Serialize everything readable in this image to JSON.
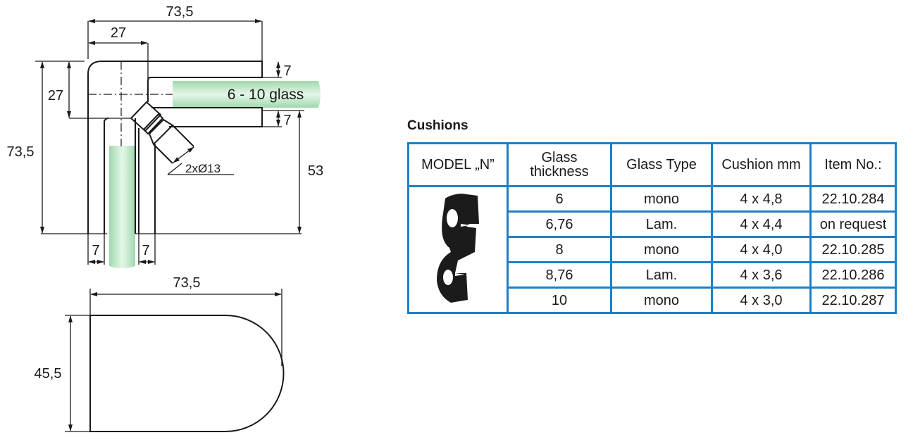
{
  "drawing": {
    "top_view": {
      "overall_width": "73,5",
      "arm_width": "27",
      "arm_height": "27",
      "overall_height": "73,5",
      "plate_top": "7",
      "plate_bottom": "7",
      "offset_height": "53",
      "plate_left": "7",
      "plate_right": "7",
      "holes": "2xØ13",
      "glass_label": "6 - 10 glass"
    },
    "side_view": {
      "width": "73,5",
      "height": "45,5"
    },
    "colors": {
      "glass": "#b5e3bf",
      "line": "#1a1a1a"
    }
  },
  "cushions": {
    "title": "Cushions",
    "border_color": "#1d80c6",
    "headers": [
      "MODEL „N”",
      "Glass thickness",
      "Glass Type",
      "Cushion mm",
      "Item No.:"
    ],
    "rows": [
      {
        "thickness": "6",
        "type": "mono",
        "cushion": "4 x 4,8",
        "item": "22.10.284"
      },
      {
        "thickness": "6,76",
        "type": "Lam.",
        "cushion": "4 x 4,4",
        "item": "on request"
      },
      {
        "thickness": "8",
        "type": "mono",
        "cushion": "4 x 4,0",
        "item": "22.10.285"
      },
      {
        "thickness": "8,76",
        "type": "Lam.",
        "cushion": "4 x 3,6",
        "item": "22.10.286"
      },
      {
        "thickness": "10",
        "type": "mono",
        "cushion": "4 x 3,0",
        "item": "22.10.287"
      }
    ]
  }
}
